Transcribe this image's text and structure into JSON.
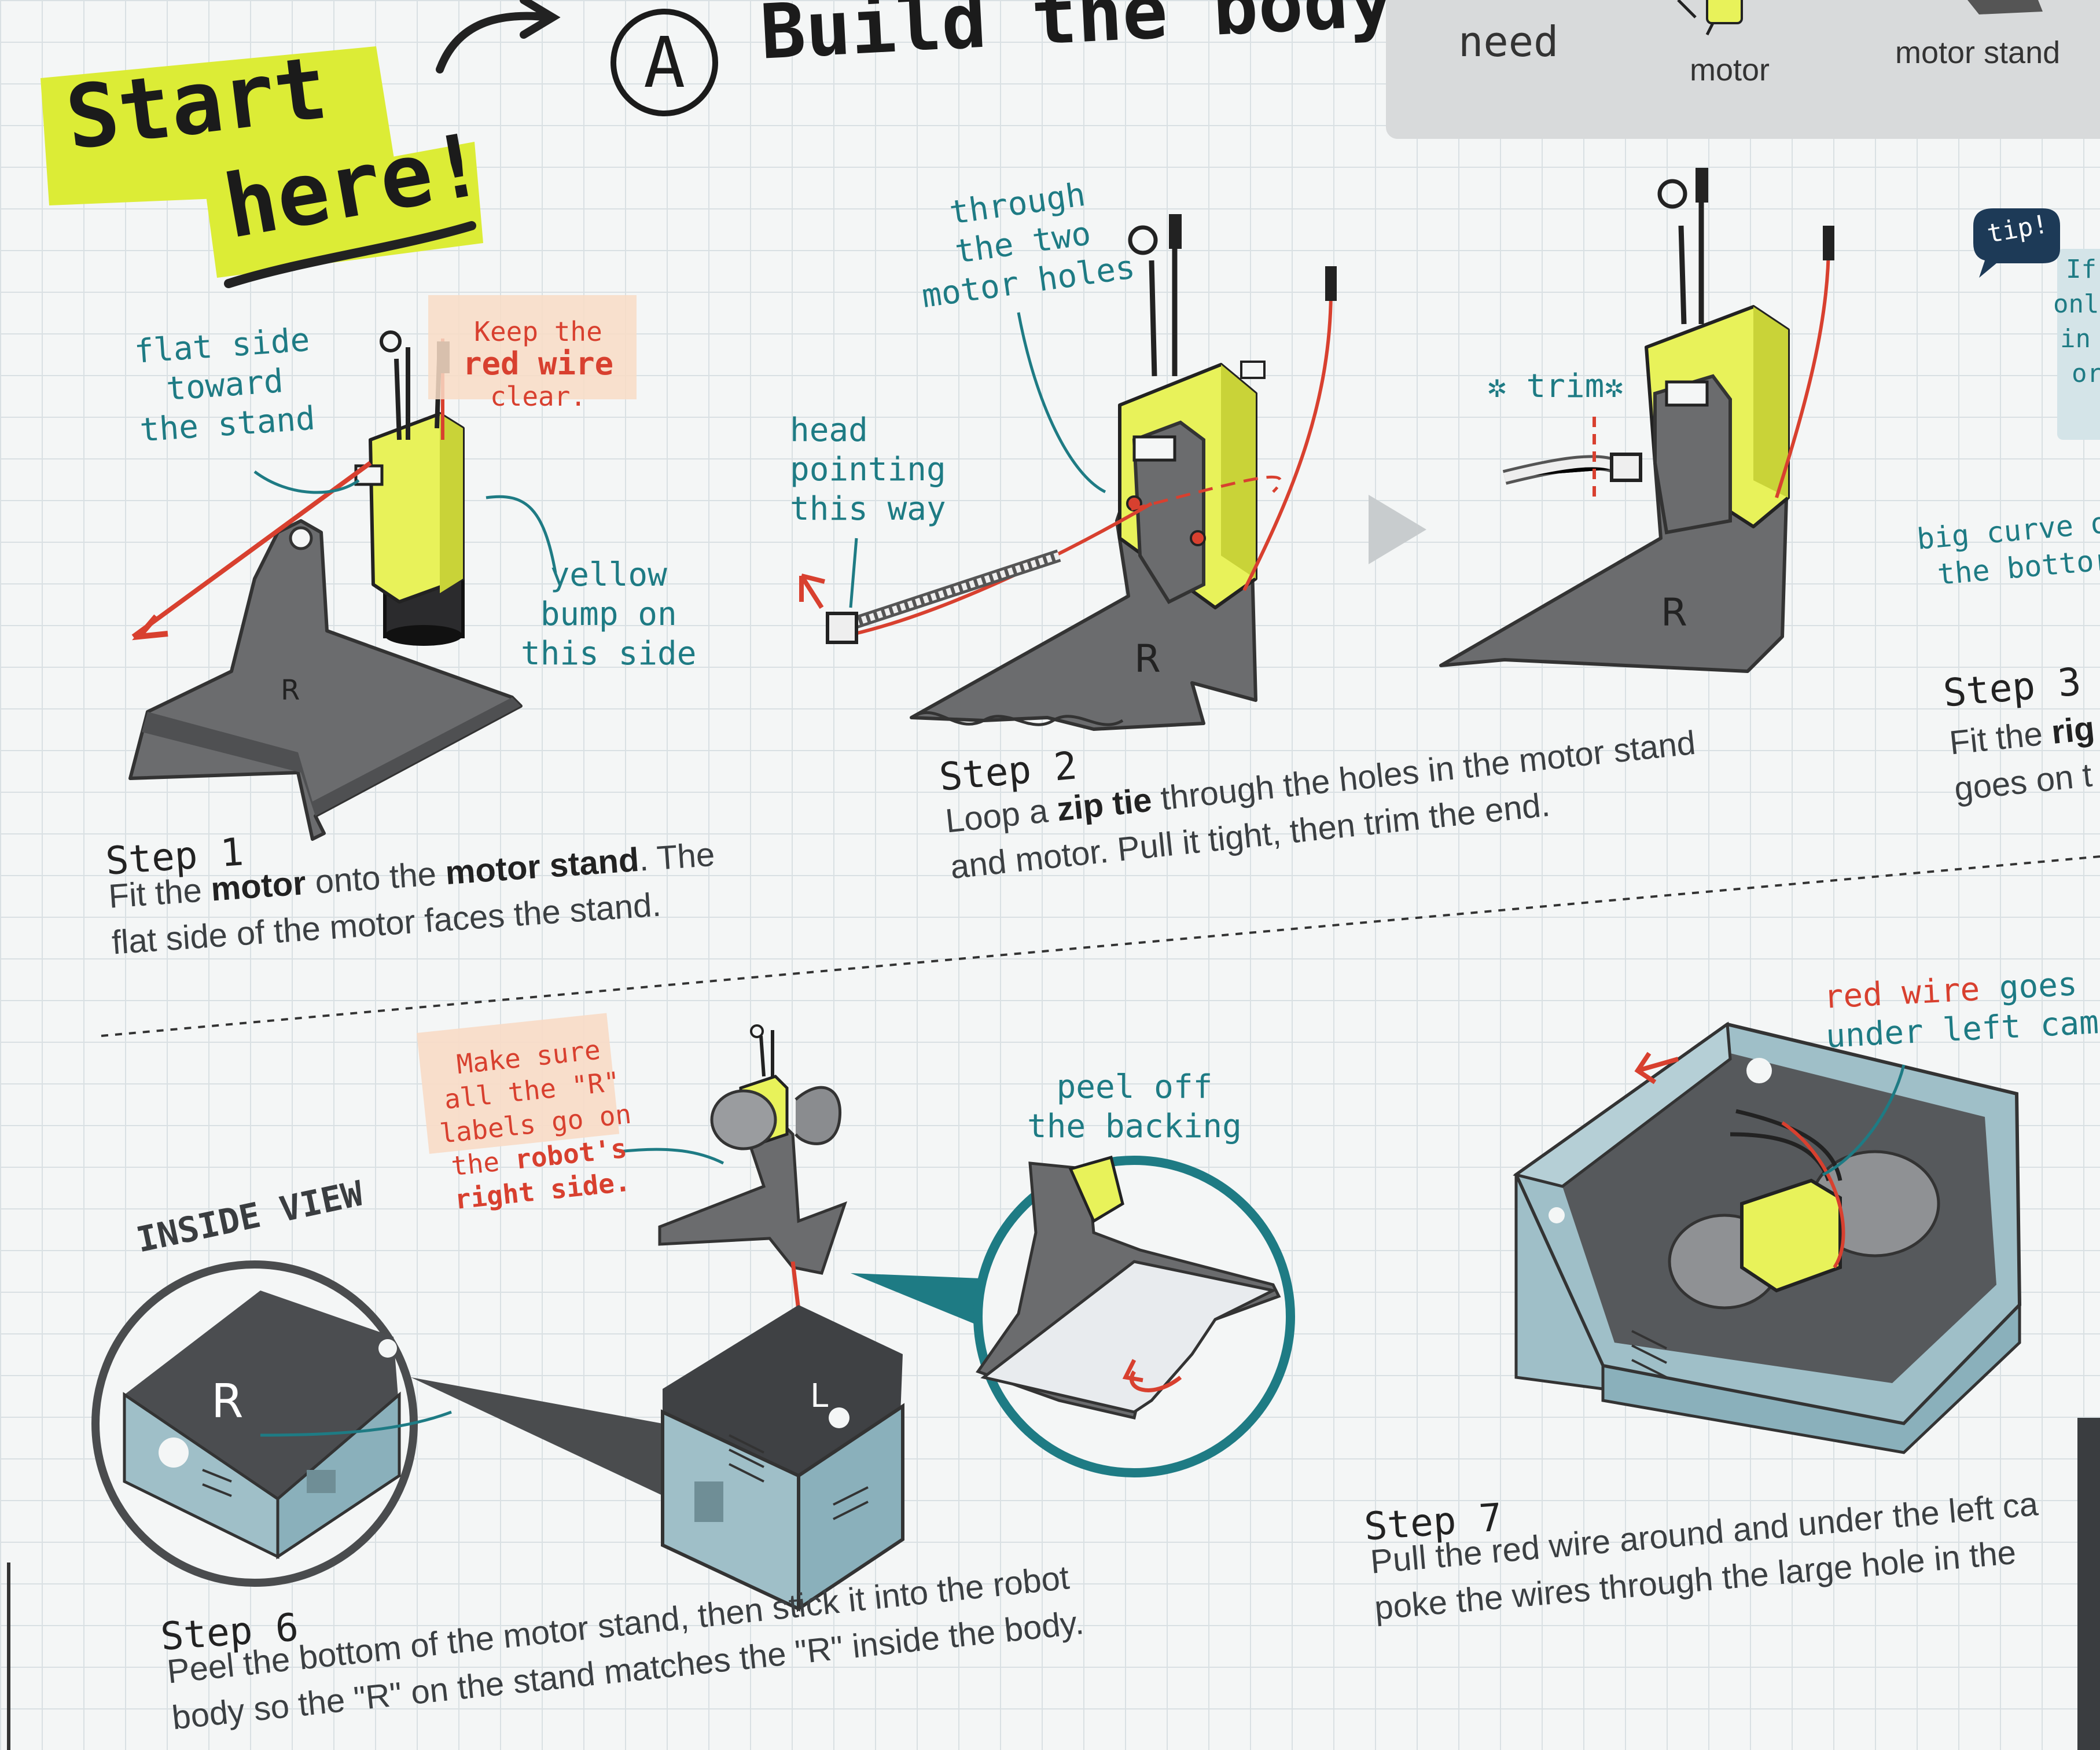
{
  "header": {
    "start_line1": "Start",
    "start_line2": "here!",
    "section_letter": "A",
    "section_title": "Build the body",
    "need_label": "need",
    "parts": [
      "motor",
      "motor stand"
    ],
    "tip_badge": "tip!",
    "tip_lines": [
      "If",
      "only",
      "in a",
      "or"
    ]
  },
  "step1": {
    "heading": "Step 1",
    "line1_a": "Fit the ",
    "line1_b": "motor",
    "line1_c": " onto the ",
    "line1_d": "motor stand",
    "line1_e": ". The",
    "line2": "flat side of the motor faces the stand.",
    "note_flat": [
      "flat side",
      "toward",
      "the stand"
    ],
    "note_keep_a": "Keep the",
    "note_keep_b": "red wire",
    "note_keep_c": "clear.",
    "note_yellow": [
      "yellow",
      "bump on",
      "this side"
    ],
    "label_r": "R"
  },
  "step2": {
    "heading": "Step 2",
    "line1_a": "Loop a ",
    "line1_b": "zip tie",
    "line1_c": " through the holes in the motor stand",
    "line2": "and motor. Pull it tight, then trim the end.",
    "note_through": [
      "through",
      "the two",
      "motor holes"
    ],
    "note_head": [
      "head",
      "pointing",
      "this way"
    ],
    "label_r": "R"
  },
  "step3": {
    "heading": "Step 3",
    "line1_a": "Fit the ",
    "line1_b": "rig",
    "line2": "goes on t",
    "note_trim": "trim",
    "note_curve": [
      "big curve o",
      "the bottor"
    ],
    "label_r": "R"
  },
  "step6": {
    "heading": "Step 6",
    "line1": "Peel the bottom of the motor stand, then stick it into the robot",
    "line2": "body so the \"R\" on the stand matches the \"R\" inside the body.",
    "inside_view": "INSIDE VIEW",
    "note_sure_lines": [
      "Make sure",
      "all the \"R\"",
      "labels go on"
    ],
    "note_sure_a": "the ",
    "note_sure_b": "robot's",
    "note_sure_c": "right side.",
    "note_peel": [
      "peel off",
      "the backing"
    ],
    "label_r": "R",
    "label_l": "L"
  },
  "step7": {
    "heading": "Step 7",
    "line1": "Pull the red wire around and under the left ca",
    "line2": "poke the wires through the large hole in the",
    "note_red_a": "red wire",
    "note_red_b": " goes",
    "note_red_c": "under left cam"
  },
  "colors": {
    "teal": "#1e7b84",
    "red": "#d8402f",
    "highlight": "#dcec36",
    "note_bg": "#f8dcc6",
    "motor_yellow": "#e8f25a",
    "stand_gray": "#6b6c6e",
    "box_blue": "#9fbfc8"
  }
}
